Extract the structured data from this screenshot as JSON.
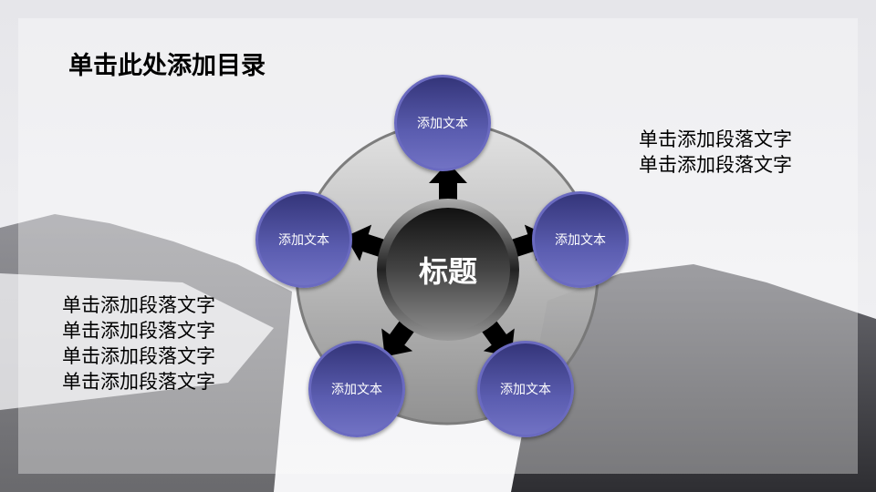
{
  "slide": {
    "title": "单击此处添加目录",
    "right_paragraph": [
      "单击添加段落文字",
      "单击添加段落文字"
    ],
    "left_paragraph": [
      "单击添加段落文字",
      "单击添加段落文字",
      "单击添加段落文字",
      "单击添加段落文字"
    ],
    "diagram": {
      "center_label": "标题",
      "nodes": [
        "添加文本",
        "添加文本",
        "添加文本",
        "添加文本",
        "添加文本"
      ]
    }
  }
}
